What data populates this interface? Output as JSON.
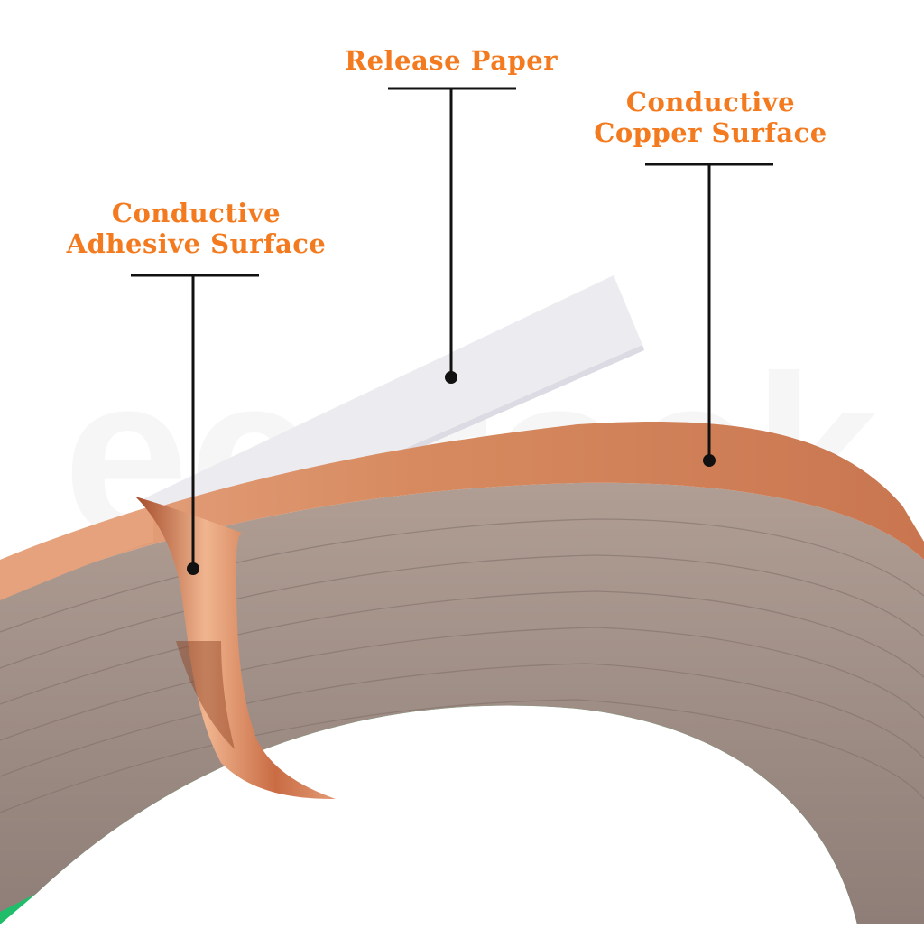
{
  "labels": {
    "release_paper": "Release Paper",
    "copper_line1": "Conductive",
    "copper_line2": "Copper Surface",
    "adhesive_line1": "Conductive",
    "adhesive_line2": "Adhesive Surface"
  },
  "watermark": {
    "brand": "ecrrock",
    "subtitle": "Electronics Store"
  },
  "colors": {
    "label": "#F37A1F",
    "leader_line": "#111111",
    "copper": "#D9895E",
    "release_paper": "#ECEBF0",
    "core": "#21C469",
    "tape_edge": "#9C8C84"
  }
}
